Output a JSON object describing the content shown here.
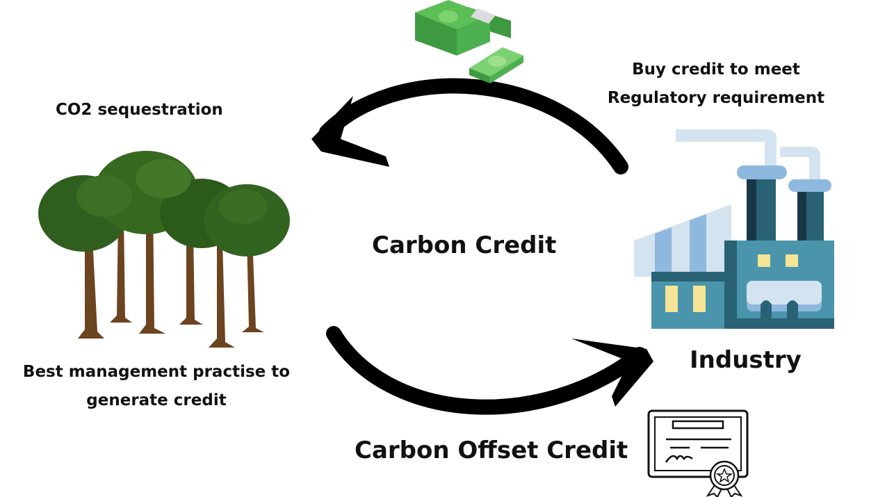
{
  "diagram": {
    "title": "Carbon Credit",
    "nodes": {
      "forest": {
        "label": "Best management practise to generate credit",
        "line1": "Best management practise to",
        "line2": "generate credit",
        "icon": "trees-icon"
      },
      "industry": {
        "label": "Industry",
        "icon": "factory-icon"
      }
    },
    "edges": {
      "top": {
        "from": "industry",
        "to": "forest",
        "label": "CO2 sequestration",
        "note_line1": "Buy credit to meet",
        "note_line2": "Regulatory requirement",
        "icon": "money-stack-icon"
      },
      "bottom": {
        "from": "forest",
        "to": "industry",
        "label": "Carbon Offset Credit",
        "icon": "certificate-icon"
      }
    },
    "colors": {
      "arrow": "#000000",
      "money_green": "#4caf50",
      "tree_green": "#2f5e1e",
      "trunk_brown": "#6b4420",
      "factory_teal": "#4a95ab",
      "factory_dark": "#2a6275",
      "factory_light": "#d3e3ef",
      "factory_blue": "#8fb8de",
      "window_yellow": "#f5e495"
    }
  }
}
